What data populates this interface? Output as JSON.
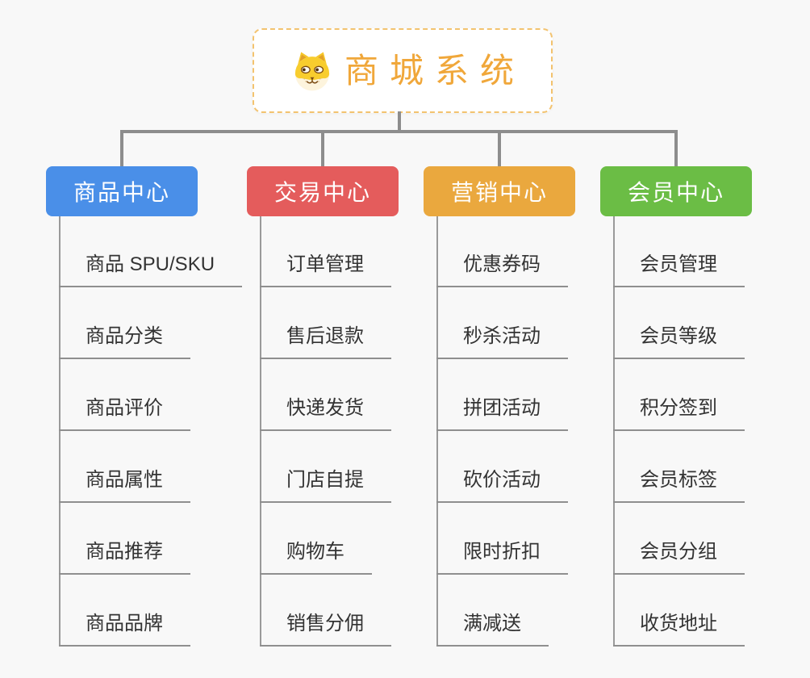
{
  "root": {
    "title": "商城系统",
    "title_color": "#f0a73a",
    "border_color": "#f3c36f",
    "icon": "dog-face-icon"
  },
  "connector_color": "#8d8d8d",
  "branches": [
    {
      "label": "商品中心",
      "color": "#4a8fe8",
      "items": [
        "商品 SPU/SKU",
        "商品分类",
        "商品评价",
        "商品属性",
        "商品推荐",
        "商品品牌"
      ]
    },
    {
      "label": "交易中心",
      "color": "#e45c5c",
      "items": [
        "订单管理",
        "售后退款",
        "快递发货",
        "门店自提",
        "购物车",
        "销售分佣"
      ]
    },
    {
      "label": "营销中心",
      "color": "#eaa83e",
      "items": [
        "优惠券码",
        "秒杀活动",
        "拼团活动",
        "砍价活动",
        "限时折扣",
        "满减送"
      ]
    },
    {
      "label": "会员中心",
      "color": "#6bbd45",
      "items": [
        "会员管理",
        "会员等级",
        "积分签到",
        "会员标签",
        "会员分组",
        "收货地址"
      ]
    }
  ]
}
